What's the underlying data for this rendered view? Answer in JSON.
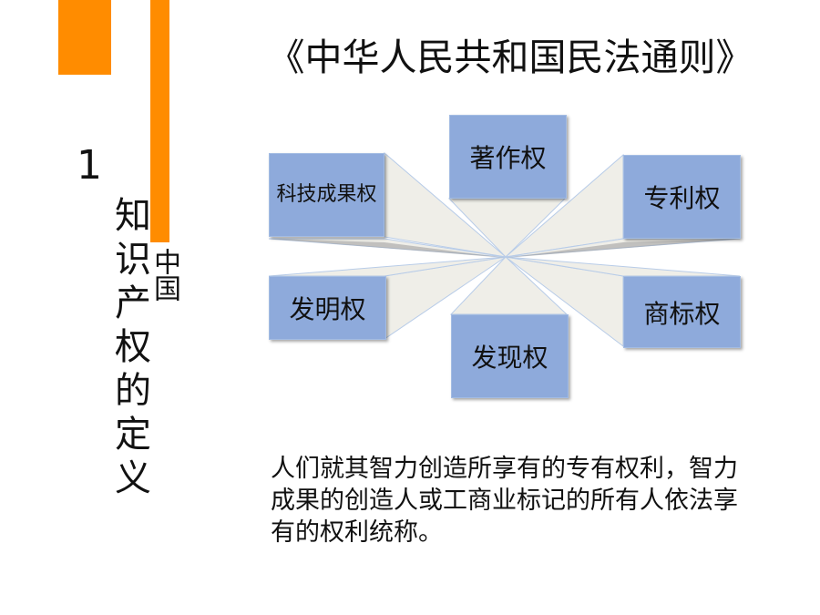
{
  "slide": {
    "number": "1",
    "vertical_title": "知识产权的定义",
    "vertical_subtitle": "中国",
    "title": "《中华人民共和国民法通则》",
    "boxes": {
      "top": "著作权",
      "top_left": "科技成果权",
      "top_right": "专利权",
      "bottom_left": "发明权",
      "bottom": "发现权",
      "bottom_right": "商标权"
    },
    "description": "人们就其智力创造所享有的专有权利，智力成果的创造人或工商业标记的所有人依法享有的权利统称。"
  },
  "colors": {
    "accent_orange": "#FF8C00",
    "box_fill": "#8EAADB",
    "ray_fill": "#EFEEE8"
  }
}
